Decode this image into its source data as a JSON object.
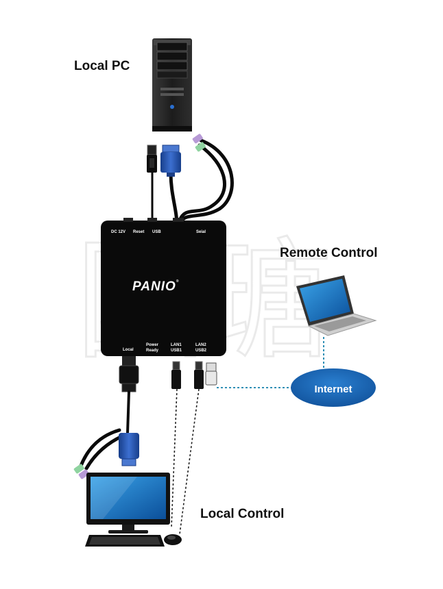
{
  "labels": {
    "local_pc": "Local PC",
    "remote_control": "Remote Control",
    "local_control": "Local Control",
    "internet": "Internet"
  },
  "device": {
    "brand": "PANIO",
    "brand_mark": "®",
    "ports_top": [
      "DC 12V",
      "Reset",
      "USB",
      "Seial"
    ],
    "ports_bottom": {
      "local": "Local",
      "power": "Power",
      "ready": "Ready",
      "lan1": "LAN1",
      "usb1": "USB1",
      "lan2": "LAN2",
      "usb2": "USB2"
    }
  },
  "watermark": "國瑭",
  "colors": {
    "device": "#0a0a0a",
    "vga_blue": "#1f4fa8",
    "ps2_green": "#8fd3a0",
    "ps2_purple": "#b79ad6",
    "network_line": "#2f8fb5",
    "internet_cloud": "#1a66b0",
    "screen_blue": "#1b78c8"
  }
}
